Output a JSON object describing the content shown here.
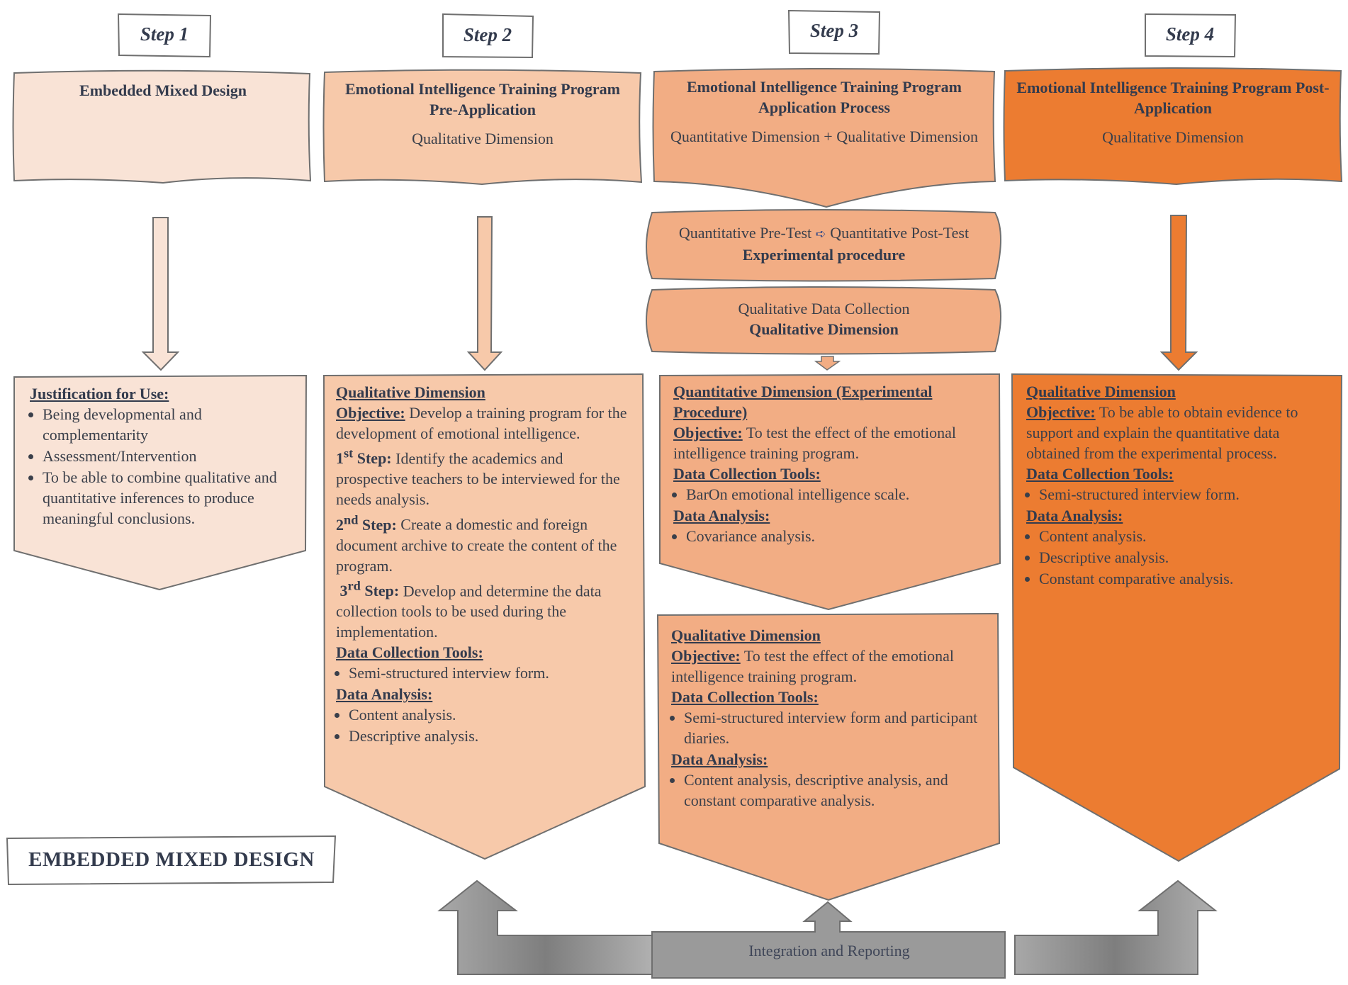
{
  "steps": [
    {
      "label": "Step 1"
    },
    {
      "label": "Step 2"
    },
    {
      "label": "Step 3"
    },
    {
      "label": "Step 4"
    }
  ],
  "step1": {
    "header_title": "Embedded Mixed Design",
    "body_title": "Justification for Use:",
    "bullets": [
      "Being developmental and complementarity",
      "Assessment/Intervention",
      "To be able to combine qualitative and quantitative inferences to produce meaningful conclusions."
    ]
  },
  "step2": {
    "header_title": "Emotional Intelligence Training Program Pre-Application",
    "header_sub": "Qualitative Dimension",
    "section_title": "Qualitative Dimension",
    "objective_label": "Objective:",
    "objective_text": "Develop a training program for the development of emotional intelligence.",
    "step_items": [
      {
        "num": "1",
        "sup": "st",
        "word": "Step:",
        "text": "Identify the academics and prospective teachers to be interviewed for the needs analysis."
      },
      {
        "num": "2",
        "sup": "nd",
        "word": "Step:",
        "text": "Create a domestic and foreign document archive to create the content of the program."
      },
      {
        "num": "3",
        "sup": "rd",
        "word": "Step:",
        "text": "Develop and determine the data collection tools to be used during the implementation."
      }
    ],
    "tools_label": "Data Collection Tools:",
    "tools": [
      "Semi-structured interview form."
    ],
    "analysis_label": "Data Analysis:",
    "analysis": [
      "Content analysis.",
      "Descriptive analysis."
    ]
  },
  "step3": {
    "header_title": "Emotional Intelligence Training Program Application Process",
    "header_sub": "Quantitative Dimension + Qualitative Dimension",
    "experimental_pre": "Quantitative Pre-Test",
    "experimental_post": "Quantitative Post-Test",
    "experimental_label": "Experimental procedure",
    "qual_collection": "Qualitative Data Collection",
    "qual_collection_label": "Qualitative Dimension",
    "quant_section_title": "Quantitative Dimension (Experimental Procedure)",
    "quant_objective_label": "Objective:",
    "quant_objective_text": "To test the effect of the emotional intelligence training program.",
    "quant_tools_label": "Data Collection Tools:",
    "quant_tools": [
      "BarOn emotional intelligence scale."
    ],
    "quant_analysis_label": "Data Analysis:",
    "quant_analysis": [
      "Covariance analysis."
    ],
    "qual_section_title": "Qualitative Dimension",
    "qual_objective_label": "Objective:",
    "qual_objective_text": "To test the effect of the emotional intelligence training program.",
    "qual_tools_label": "Data Collection Tools:",
    "qual_tools": [
      "Semi-structured interview form and participant diaries."
    ],
    "qual_analysis_label": "Data Analysis:",
    "qual_analysis": [
      "Content analysis, descriptive analysis, and constant comparative analysis."
    ]
  },
  "step4": {
    "header_title": "Emotional Intelligence Training Program Post-Application",
    "header_sub": "Qualitative Dimension",
    "section_title": "Qualitative Dimension",
    "objective_label": "Objective:",
    "objective_text": "To be able to obtain evidence to support and explain the quantitative data obtained from the experimental process.",
    "tools_label": "Data Collection Tools:",
    "tools": [
      "Semi-structured interview form."
    ],
    "analysis_label": "Data Analysis:",
    "analysis": [
      "Content analysis.",
      "Descriptive analysis.",
      "Constant comparative analysis."
    ]
  },
  "footer": {
    "design_label": "EMBEDDED MIXED DESIGN",
    "integration_label": "Integration and Reporting"
  },
  "colors": {
    "step1_fill": "#f9e3d6",
    "step2_fill": "#f7c9aa",
    "step3_fill": "#f2ad84",
    "step4_fill": "#ec7c31",
    "outline": "#6f6f6f",
    "grey_arrow": "#9a9a9a",
    "text_dark": "#333b4d"
  }
}
